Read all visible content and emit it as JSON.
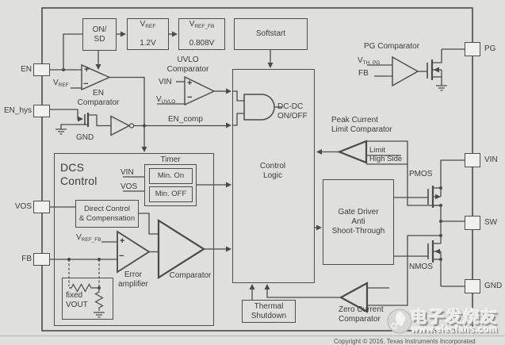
{
  "pins": {
    "en": "EN",
    "en_hys": "EN_hys",
    "vos": "VOS",
    "fb": "FB",
    "pg": "PG",
    "vin": "VIN",
    "sw": "SW",
    "gnd": "GND"
  },
  "top": {
    "on_sd": "ON/\nSD",
    "vref_v": "V",
    "vref_sub": "REF",
    "vref_val": "1.2V",
    "vreffb_v": "V",
    "vreffb_sub": "REF_FB",
    "vreffb_val": "0.808V",
    "softstart": "Softstart"
  },
  "en_block": {
    "plus": "+",
    "minus": "−",
    "vref_v": "V",
    "vref_sub": "REF",
    "name": "EN\nComparator",
    "gnd": "GND",
    "en_comp": "EN_comp"
  },
  "uvlo": {
    "title": "UVLO\nComparator",
    "plus": "+",
    "minus": "−",
    "vin": "VIN",
    "v": "V",
    "sub": "UVLO"
  },
  "logic": {
    "title": "Control\nLogic",
    "dcdc": "DC-DC\nON/OFF"
  },
  "pg_comp": {
    "title": "PG Comparator",
    "v": "V",
    "sub": "TH_PG",
    "fb": "FB"
  },
  "peak": {
    "title": "Peak Current\nLimit Comparator",
    "limit": "Limit",
    "high_side": "High Side"
  },
  "driver": {
    "title": "Gate Driver\nAnti\nShoot-Through",
    "pmos": "PMOS",
    "nmos": "NMOS"
  },
  "thermal": {
    "title": "Thermal\nShutdown"
  },
  "zero": {
    "title": "Zero Current\nComparator"
  },
  "dcs": {
    "title": "DCS\nControl",
    "timer": "Timer",
    "timer_vin": "VIN",
    "timer_vos": "VOS",
    "min_on": "Min. On",
    "min_off": "Min. OFF",
    "direct": "Direct Control\n& Compensation",
    "plus": "+",
    "minus": "−",
    "vreffb_v": "V",
    "vreffb_sub": "REF_FB",
    "error": "Error\namplifier",
    "comparator": "Comparator",
    "fixed_vout": "fixed\nVOUT"
  },
  "watermark": {
    "brand": "电子发烧友",
    "url": "www.elecfans.com"
  },
  "footer": {
    "copyright": "Copyright © 2016, Texas Instruments Incorporated"
  }
}
